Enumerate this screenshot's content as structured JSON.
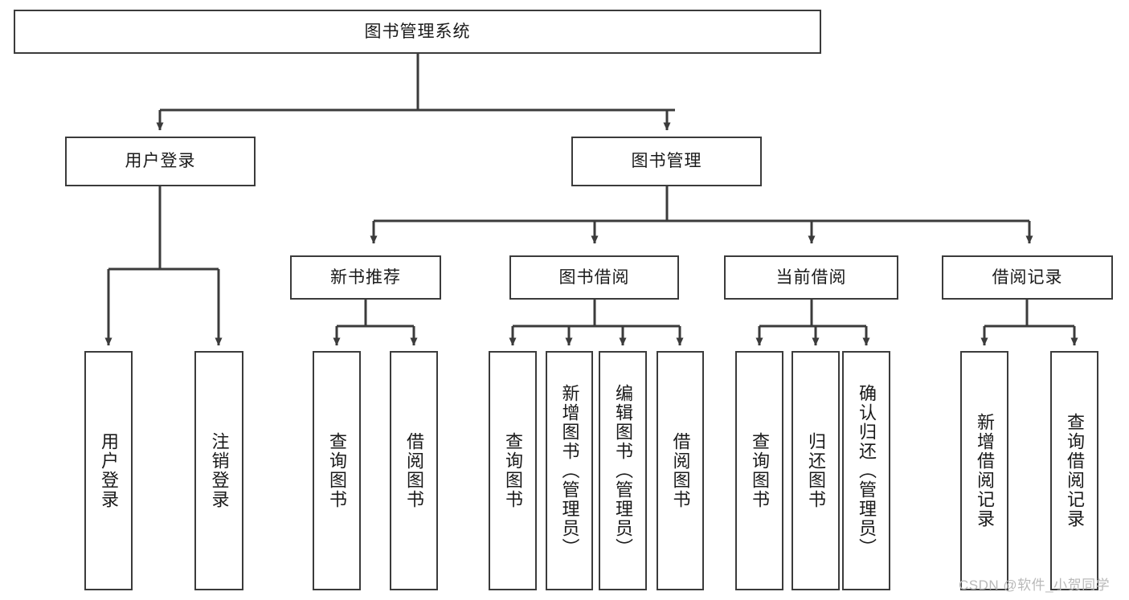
{
  "diagram": {
    "type": "tree",
    "title": "图书管理系统",
    "root": {
      "label": "图书管理系统"
    },
    "level2": [
      {
        "label": "用户登录"
      },
      {
        "label": "图书管理"
      }
    ],
    "level3": [
      {
        "label": "新书推荐"
      },
      {
        "label": "图书借阅"
      },
      {
        "label": "当前借阅"
      },
      {
        "label": "借阅记录"
      }
    ],
    "leaves": {
      "user_login": [
        {
          "label": "用户登录"
        },
        {
          "label": "注销登录"
        }
      ],
      "new_book_recommend": [
        {
          "label": "查询图书"
        },
        {
          "label": "借阅图书"
        }
      ],
      "book_borrow": [
        {
          "label": "查询图书"
        },
        {
          "label": "新增图书（管理员）"
        },
        {
          "label": "编辑图书（管理员）"
        },
        {
          "label": "借阅图书"
        }
      ],
      "current_borrow": [
        {
          "label": "查询图书"
        },
        {
          "label": "归还图书"
        },
        {
          "label": "确认归还（管理员）"
        }
      ],
      "borrow_record": [
        {
          "label": "新增借阅记录"
        },
        {
          "label": "查询借阅记录"
        }
      ]
    }
  },
  "watermark": {
    "text": "CSDN @软件_小贺同学"
  },
  "colors": {
    "stroke": "#3b3b3b",
    "fill": "#ffffff",
    "text": "#1a1a1a",
    "watermark": "#b9b9b9"
  }
}
